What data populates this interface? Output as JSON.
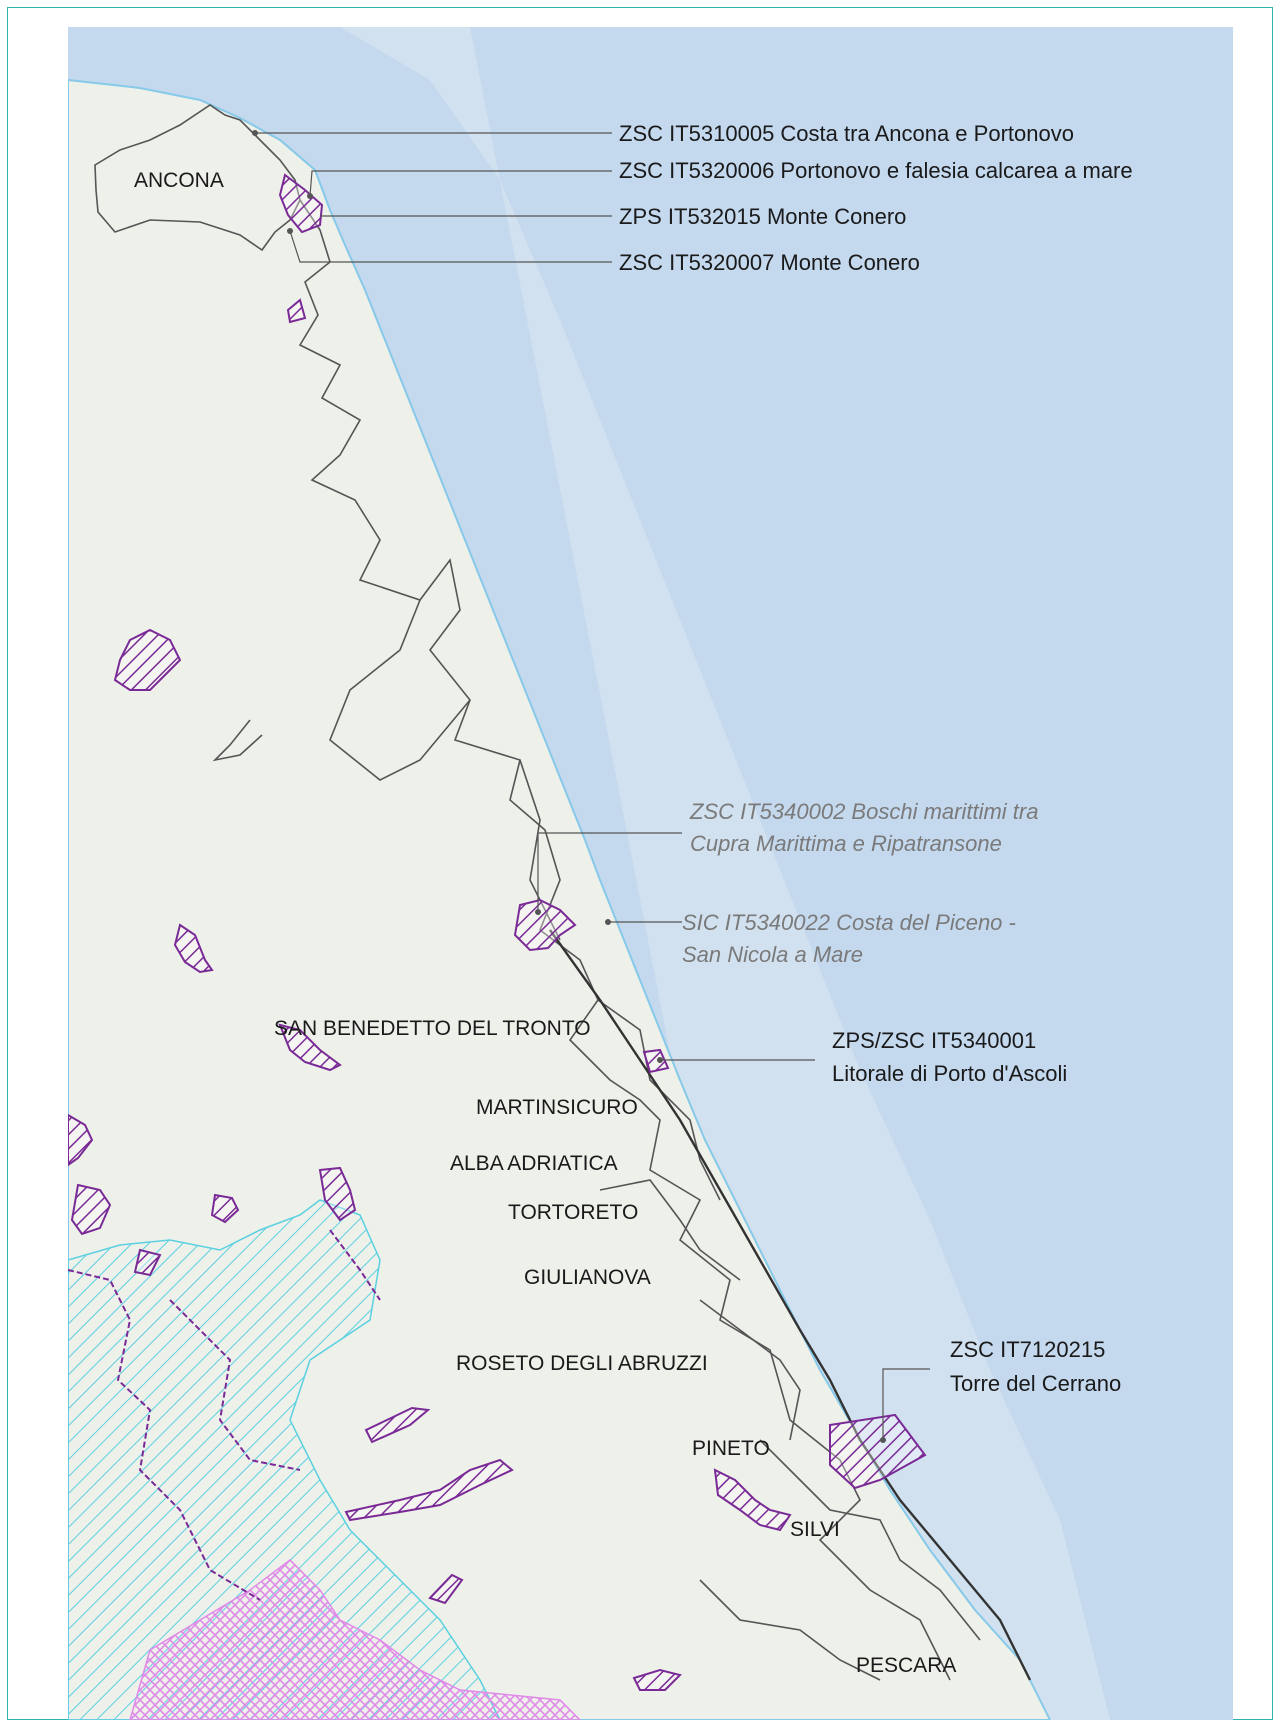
{
  "colors": {
    "sea": "#c4d8ee",
    "coastal_band": "#d2e1f0",
    "land": "#eef0ea",
    "border": "#555555",
    "protected_area": "#7a2a96",
    "river_zone": "#5ad0e0",
    "pink_zone": "#e08ae8",
    "frame": "#2bb3b0"
  },
  "towns": [
    "ANCONA",
    "SAN BENEDETTO DEL TRONTO",
    "MARTINSICURO",
    "ALBA ADRIATICA",
    "TORTORETO",
    "GIULIANOVA",
    "ROSETO DEGLI ABRUZZI",
    "PINETO",
    "SILVI",
    "PESCARA"
  ],
  "sites": [
    {
      "lines": [
        "ZSC IT5310005 Costa tra Ancona e Portonovo"
      ],
      "style": "dark"
    },
    {
      "lines": [
        "ZSC IT5320006 Portonovo e falesia calcarea a mare"
      ],
      "style": "dark"
    },
    {
      "lines": [
        "ZPS IT532015 Monte Conero"
      ],
      "style": "dark"
    },
    {
      "lines": [
        "ZSC IT5320007 Monte Conero"
      ],
      "style": "dark"
    },
    {
      "lines": [
        "ZSC IT5340002 Boschi marittimi tra",
        "Cupra Marittima e Ripatransone"
      ],
      "style": "grey"
    },
    {
      "lines": [
        "SIC IT5340022 Costa del Piceno -",
        "San Nicola a Mare"
      ],
      "style": "grey"
    },
    {
      "lines": [
        "ZPS/ZSC IT5340001",
        "Litorale di Porto d'Ascoli"
      ],
      "style": "dark"
    },
    {
      "lines": [
        "ZSC IT7120215",
        "Torre del Cerrano"
      ],
      "style": "dark"
    }
  ]
}
